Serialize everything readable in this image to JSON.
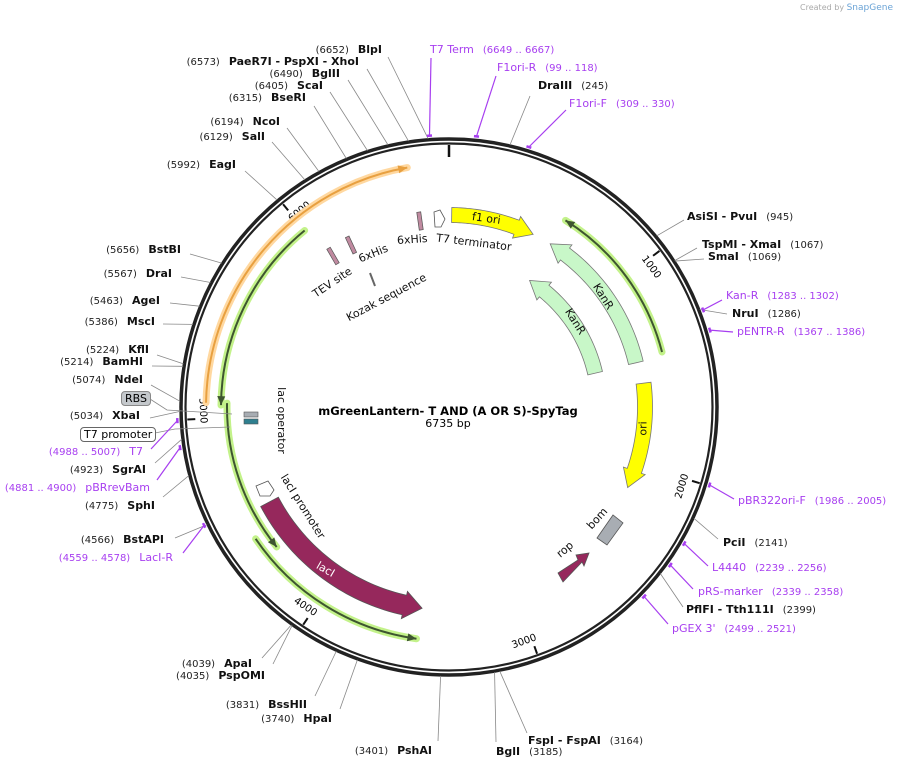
{
  "brand": {
    "prefix": "Created by",
    "name": "SnapGene"
  },
  "plasmid": {
    "name": "mGreenLantern- T AND (A OR S)-SpyTag",
    "length_label": "6735 bp",
    "length_bp": 6735
  },
  "ticks": [
    "1000",
    "2000",
    "3000",
    "4000",
    "5000",
    "6000"
  ],
  "enzymes": [
    {
      "name": "BlpI",
      "pos": "6652"
    },
    {
      "name": "PaeR7I   - PspXI   - XhoI",
      "pos": "6573"
    },
    {
      "name": "BglII",
      "pos": "6490"
    },
    {
      "name": "ScaI",
      "pos": "6405"
    },
    {
      "name": "BseRI",
      "pos": "6315"
    },
    {
      "name": "NcoI",
      "pos": "6194"
    },
    {
      "name": "SalI",
      "pos": "6129"
    },
    {
      "name": "EagI",
      "pos": "5992"
    },
    {
      "name": "BstBI",
      "pos": "5656"
    },
    {
      "name": "DraI",
      "pos": "5567"
    },
    {
      "name": "AgeI",
      "pos": "5463"
    },
    {
      "name": "MscI",
      "pos": "5386"
    },
    {
      "name": "KflI",
      "pos": "5224"
    },
    {
      "name": "BamHI",
      "pos": "5214"
    },
    {
      "name": "NdeI",
      "pos": "5074"
    },
    {
      "name": "XbaI",
      "pos": "5034"
    },
    {
      "name": "SgrAI",
      "pos": "4923"
    },
    {
      "name": "SphI",
      "pos": "4775"
    },
    {
      "name": "BstAPI",
      "pos": "4566"
    },
    {
      "name": "ApaI",
      "pos": "4039"
    },
    {
      "name": "PspOMI",
      "pos": "4035"
    },
    {
      "name": "BssHII",
      "pos": "3831"
    },
    {
      "name": "HpaI",
      "pos": "3740"
    },
    {
      "name": "PshAI",
      "pos": "3401"
    },
    {
      "name": "BglI",
      "pos": "3185"
    },
    {
      "name": "FspI   - FspAI",
      "pos": "3164"
    },
    {
      "name": "PflFI   - Tth111I",
      "pos": "2399"
    },
    {
      "name": "PciI",
      "pos": "2141"
    },
    {
      "name": "NruI",
      "pos": "1286"
    },
    {
      "name": "SmaI",
      "pos": "1069"
    },
    {
      "name": "TspMI   - XmaI",
      "pos": "1067"
    },
    {
      "name": "AsiSI   - PvuI",
      "pos": "945"
    },
    {
      "name": "DraIII",
      "pos": "245"
    }
  ],
  "primers": [
    {
      "name": "T7 Term",
      "range": "6649 .. 6667"
    },
    {
      "name": "F1ori-R",
      "range": "99 .. 118"
    },
    {
      "name": "F1ori-F",
      "range": "309 .. 330"
    },
    {
      "name": "Kan-R",
      "range": "1283 .. 1302"
    },
    {
      "name": "pENTR-R",
      "range": "1367 .. 1386"
    },
    {
      "name": "pBR322ori-F",
      "range": "1986 .. 2005"
    },
    {
      "name": "L4440",
      "range": "2239 .. 2256"
    },
    {
      "name": "pRS-marker",
      "range": "2339 .. 2358"
    },
    {
      "name": "pGEX 3'",
      "range": "2499 .. 2521"
    },
    {
      "name": "T7",
      "range": "4988 .. 5007"
    },
    {
      "name": "pBRrevBam",
      "range": "4881 .. 4900"
    },
    {
      "name": "LacI-R",
      "range": "4559 .. 4578"
    }
  ],
  "boxed_features": {
    "rbs": "RBS",
    "t7_promoter": "T7 promoter"
  },
  "features": {
    "f1_ori": "f1 ori",
    "kanr_outer": "KanR",
    "kanr_inner": "KanR",
    "ori": "ori",
    "laci": "lacI",
    "laci_promoter": "lacI promoter",
    "lac_operator": "lac operator",
    "bom": "bom",
    "rop": "rop",
    "tev_site": "TEV site",
    "his1": "6xHis",
    "his2": "6xHis",
    "t7_terminator": "T7 terminator",
    "kozak": "Kozak sequence"
  },
  "colors": {
    "ring": "#222222",
    "primer": "#a73ef0",
    "yellow": "#ffff00",
    "kanr": "#c8f7c8",
    "laci": "#96285c",
    "orf_glow": "#c3f28a",
    "orange": "#e8a040",
    "bom": "#a8adb3",
    "tag": "#c08aa0"
  }
}
